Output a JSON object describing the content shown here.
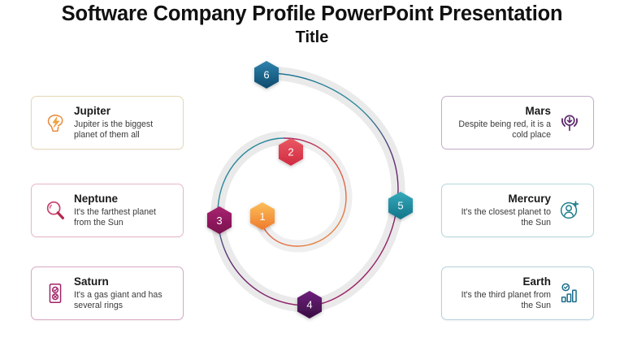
{
  "slide": {
    "title_main": "Software Company Profile PowerPoint Presentation",
    "title_sub": "Title",
    "background": "#ffffff"
  },
  "cards": {
    "jupiter": {
      "title": "Jupiter",
      "desc": "Jupiter is the biggest planet of them all",
      "icon": "brain-lightning-icon",
      "accent": "#e8883a",
      "border": "#e6d9b8"
    },
    "neptune": {
      "title": "Neptune",
      "desc": "It's the farthest planet from the Sun",
      "icon": "magnifier-icon",
      "accent": "#c9416a",
      "border": "#e8b9c4"
    },
    "saturn": {
      "title": "Saturn",
      "desc": "It's a gas giant and has several rings",
      "icon": "checklist-approve-reject-icon",
      "accent": "#a02367",
      "border": "#d9a8c4"
    },
    "mars": {
      "title": "Mars",
      "desc": "Despite being red, it is a cold place",
      "icon": "download-antenna-icon",
      "accent": "#5e2a6e",
      "border": "#c3aecb"
    },
    "mercury": {
      "title": "Mercury",
      "desc": "It's the closest planet to the Sun",
      "icon": "add-user-icon",
      "accent": "#1f7f8c",
      "border": "#b4d7da"
    },
    "earth": {
      "title": "Earth",
      "desc": "It's the third planet from the Sun",
      "icon": "bar-chart-check-icon",
      "accent": "#1a6d8a",
      "border": "#b4d2dc"
    }
  },
  "chart_data": {
    "type": "diagram",
    "diagram_kind": "spiral-process",
    "title": "Software Company Profile PowerPoint Presentation",
    "subtitle": "Title",
    "band_color": "#eaeaea",
    "steps": [
      {
        "number": "1",
        "color_start": "#f9b44c",
        "color_end": "#f07f2f",
        "label_side": "center",
        "linked_card": "jupiter"
      },
      {
        "number": "2",
        "color_start": "#e8525b",
        "color_end": "#d32b41",
        "label_side": "center",
        "linked_card": "neptune"
      },
      {
        "number": "3",
        "color_start": "#a31f68",
        "color_end": "#7d1452",
        "label_side": "left",
        "linked_card": "saturn"
      },
      {
        "number": "4",
        "color_start": "#6d2079",
        "color_end": "#3d0d46",
        "label_side": "bottom",
        "linked_card": "mars"
      },
      {
        "number": "5",
        "color_start": "#2fa3b5",
        "color_end": "#15788d",
        "label_side": "right",
        "linked_card": "mercury"
      },
      {
        "number": "6",
        "color_start": "#2a7ca8",
        "color_end": "#0f4e70",
        "label_side": "top",
        "linked_card": "earth"
      }
    ],
    "line_colors": [
      "#e8883a",
      "#d9534f",
      "#a02367",
      "#5e2a6e",
      "#2a8d9e",
      "#1f6f93"
    ]
  }
}
